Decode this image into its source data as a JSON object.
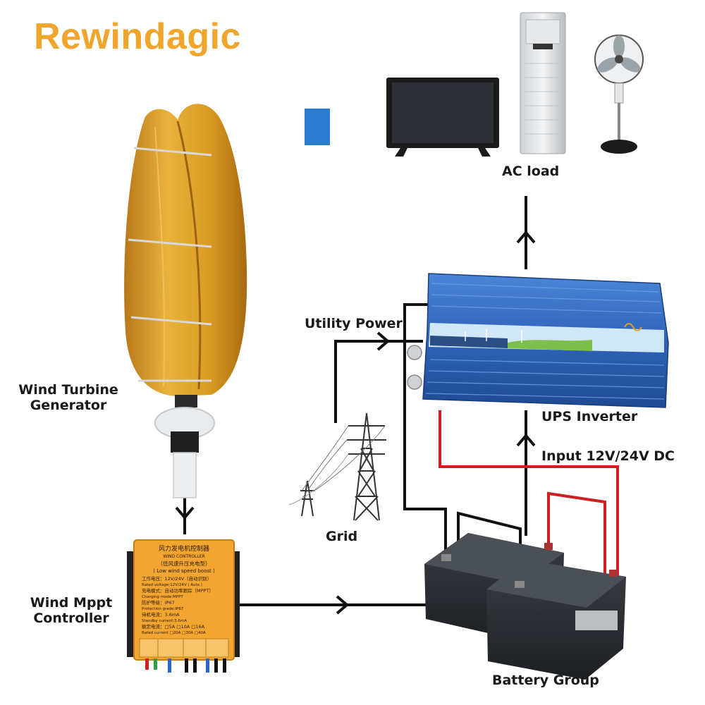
{
  "brand": {
    "name": "Rewindagic",
    "color": "#f0a52c"
  },
  "labels": {
    "ac_load": "AC load",
    "utility_power": "Utility Power",
    "ups_inverter": "UPS Inverter",
    "input_dc": "Input 12V/24V DC",
    "grid": "Grid",
    "wind_turbine_line1": "Wind Turbine",
    "wind_turbine_line2": "Generator",
    "wind_mppt_line1": "Wind Mppt",
    "wind_mppt_line2": "Controller",
    "battery_group": "Battery Group"
  },
  "controller_panel": {
    "title_cn": "风力发电机控制器",
    "title_en": "WIND CONTROLLER",
    "subtitle_cn": "（低风速升压充电型）",
    "subtitle_en": "( Low wind speed boost )",
    "voltage_cn": "工作电压：12V/24V（自动识别）",
    "voltage_en": "Rated voltage:12V/24V ( Auto )",
    "mode_cn": "充电模式：自动功率跟踪（MPPT）",
    "mode_en": "Charging mode:MPPT",
    "protect_cn": "防护等级：IP67",
    "protect_en": "Protection grade:IP67",
    "standby_cn": "待机电流：3.6mA",
    "standby_en": "Standby current:3.6mA",
    "current_cn": "额定电流：□5A □10A □16A",
    "current_en": "Rated current □20A □30A □40A"
  },
  "colors": {
    "wire_dc": "#111111",
    "wire_positive": "#cc1f1f",
    "inverter": "#2f63b8",
    "turbine": "#d99a22",
    "controller": "#f2a531",
    "battery": "#2b2f33"
  }
}
